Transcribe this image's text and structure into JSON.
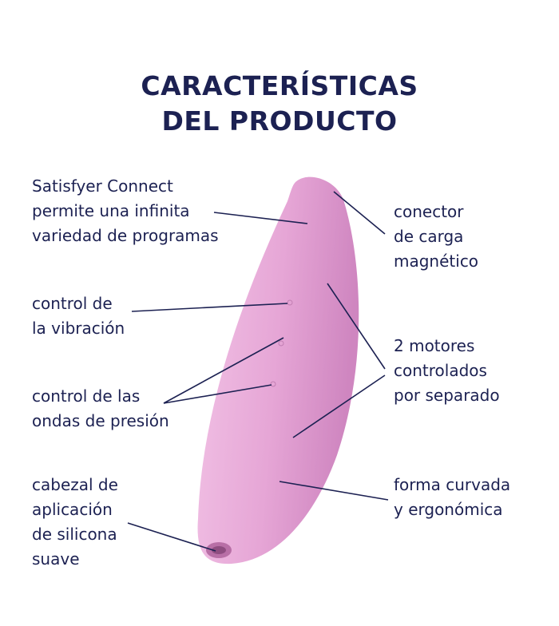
{
  "title": {
    "line1": "CARACTERÍSTICAS",
    "line2": "DEL PRODUCTO"
  },
  "features_left": [
    {
      "lines": [
        "Satisfyer Connect",
        "permite una infinita",
        "variedad de programas"
      ]
    },
    {
      "lines": [
        "control de",
        "la vibración"
      ]
    },
    {
      "lines": [
        "control de las",
        "ondas de presión"
      ]
    },
    {
      "lines": [
        "cabezal de",
        "aplicación",
        "de silicona",
        "suave"
      ]
    }
  ],
  "features_right": [
    {
      "lines": [
        "conector",
        "de carga",
        "magnético"
      ]
    },
    {
      "lines": [
        "2 motores",
        "controlados",
        "por separado"
      ]
    },
    {
      "lines": [
        "forma curvada",
        "y ergonómica"
      ]
    }
  ],
  "colors": {
    "text": "#1c2152",
    "product": "#e9acd9",
    "product_shade": "#d68fc6"
  }
}
